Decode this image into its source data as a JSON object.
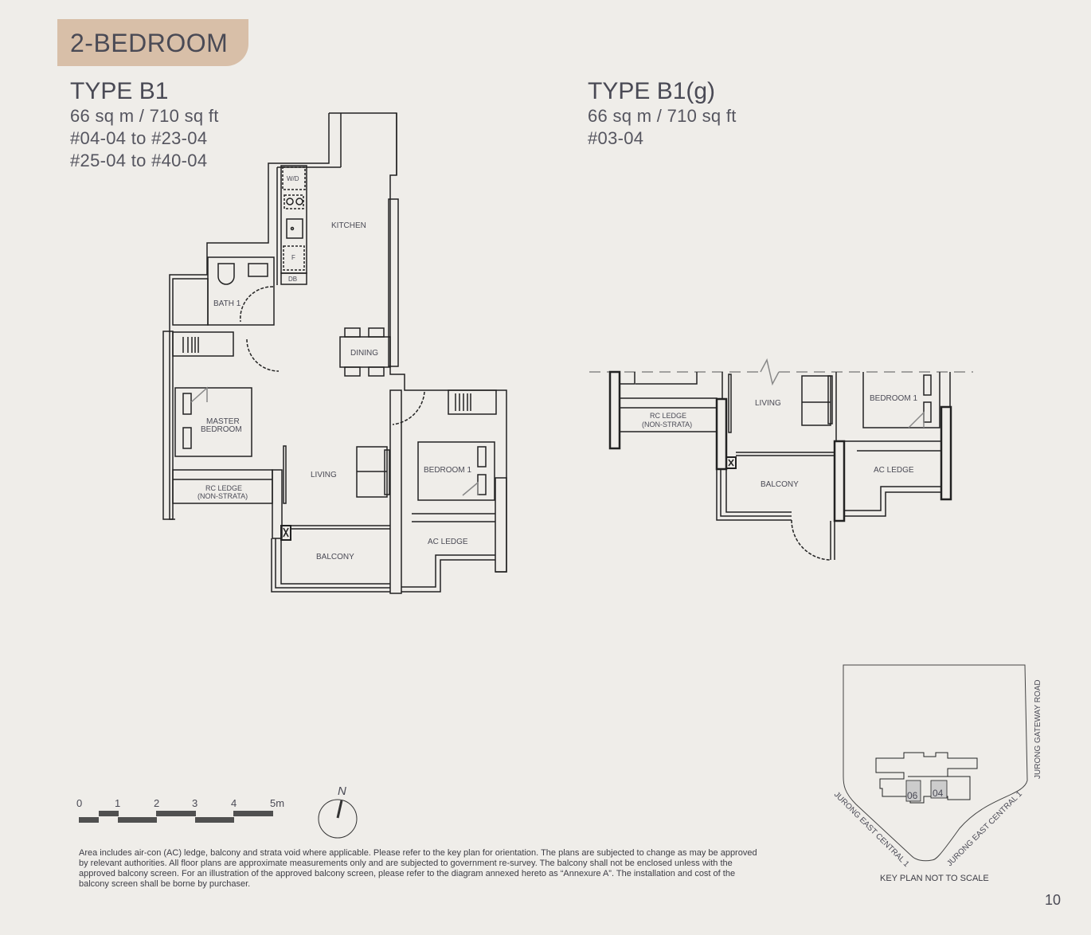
{
  "header": {
    "category": "2-BEDROOM",
    "accent_color": "#d8bfa8"
  },
  "unit_left": {
    "title": "TYPE B1",
    "area": "66 sq m / 710 sq ft",
    "units": [
      "#04-04 to #23-04",
      "#25-04 to #40-04"
    ],
    "rooms": {
      "kitchen": "KITCHEN",
      "wd": "W/D",
      "fridge": "F",
      "db": "DB",
      "bath": "BATH 1",
      "dining": "DINING",
      "master_1": "MASTER",
      "master_2": "BEDROOM",
      "rc_ledge_1": "RC LEDGE",
      "rc_ledge_2": "(NON-STRATA)",
      "living": "LIVING",
      "bedroom1": "BEDROOM 1",
      "ac_ledge": "AC LEDGE",
      "balcony": "BALCONY"
    }
  },
  "unit_right": {
    "title": "TYPE B1(g)",
    "area": "66 sq m / 710 sq ft",
    "units": [
      "#03-04"
    ],
    "rooms": {
      "living": "LIVING",
      "bedroom1": "BEDROOM 1",
      "rc_ledge_1": "RC LEDGE",
      "rc_ledge_2": "(NON-STRATA)",
      "ac_ledge": "AC LEDGE",
      "balcony": "BALCONY"
    }
  },
  "scale_bar": {
    "ticks": [
      "0",
      "1",
      "2",
      "3",
      "4",
      "5m"
    ]
  },
  "north_arrow": {
    "label": "N"
  },
  "key_plan": {
    "roads": {
      "right": "JURONG GATEWAY ROAD",
      "left": "JURONG EAST CENTRAL 1",
      "bottom_right": "JURONG EAST CENTRAL 1"
    },
    "unit_labels": [
      "06",
      "04"
    ],
    "caption": "KEY PLAN NOT TO SCALE"
  },
  "footnote": "Area includes air-con (AC) ledge, balcony and strata void where applicable. Please refer to the key plan for orientation. The plans are subjected to change as may be approved by relevant authorities. All floor plans are approximate measurements only and are subjected to government re-survey. The balcony shall not be enclosed unless with the approved balcony screen. For an illustration of the approved balcony screen, please refer to the diagram annexed hereto as “Annexure A”. The installation and cost of the balcony screen shall be borne by purchaser.",
  "page_number": "10"
}
